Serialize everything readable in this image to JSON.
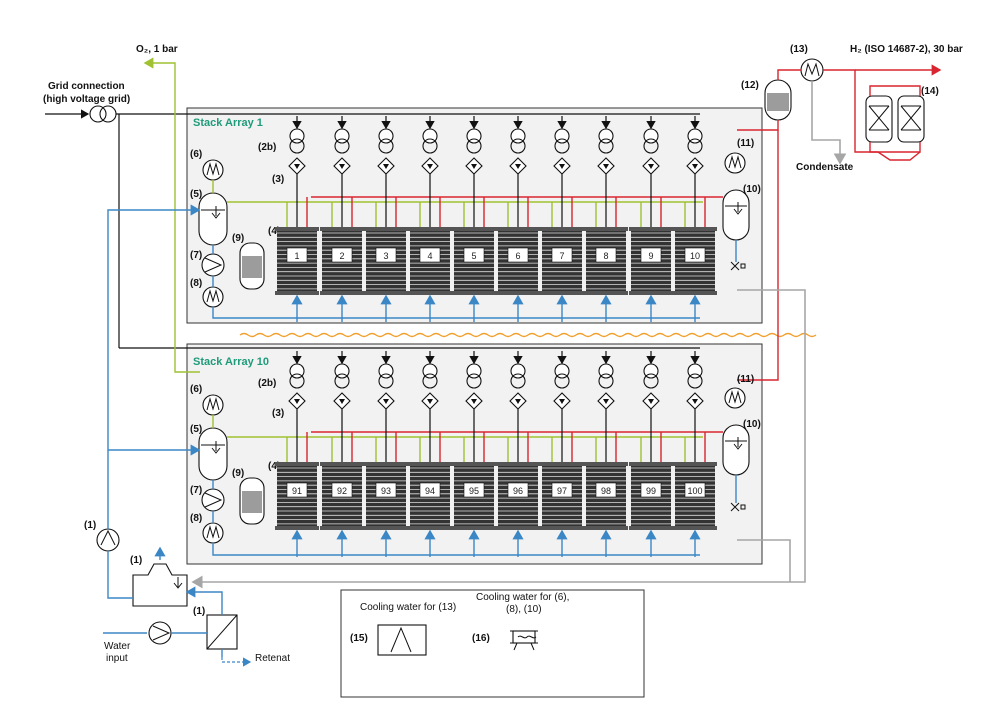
{
  "labels": {
    "grid_connection_line1": "Grid connection",
    "grid_connection_line2": "(high voltage grid)",
    "oxygen_out": "O₂, 1 bar",
    "hydrogen_out": "H₂ (ISO 14687-2), 30 bar",
    "condensate": "Condensate",
    "water_input_line1": "Water",
    "water_input_line2": "input",
    "retenat": "Retenat",
    "array_top": "Stack Array 1",
    "array_bottom": "Stack Array 10"
  },
  "equipment_tags": {
    "t1": "(1)",
    "t2b": "(2b)",
    "t3": "(3)",
    "t4": "(4)",
    "t5": "(5)",
    "t6": "(6)",
    "t7": "(7)",
    "t8": "(8)",
    "t9": "(9)",
    "t10": "(10)",
    "t11": "(11)",
    "t12": "(12)",
    "t13": "(13)",
    "t14": "(14)",
    "t15": "(15)",
    "t16": "(16)"
  },
  "legend": {
    "cooling_13": "Cooling water for (13)",
    "cooling_6_8_10_line1": "Cooling water for (6),",
    "cooling_6_8_10_line2": "(8), (10)"
  },
  "stacks_array_1": [
    "1",
    "2",
    "3",
    "4",
    "5",
    "6",
    "7",
    "8",
    "9",
    "10"
  ],
  "stacks_array_10": [
    "91",
    "92",
    "93",
    "94",
    "95",
    "96",
    "97",
    "98",
    "99",
    "100"
  ],
  "colors": {
    "water": "#3b87c6",
    "hydrogen": "#d9252f",
    "oxygen": "#9fc132",
    "condensate": "#a6a6a6",
    "power": "#111111",
    "array_fill": "#f2f2f2",
    "section_divider": "#f0a030",
    "array_title": "#1f9b7a"
  }
}
